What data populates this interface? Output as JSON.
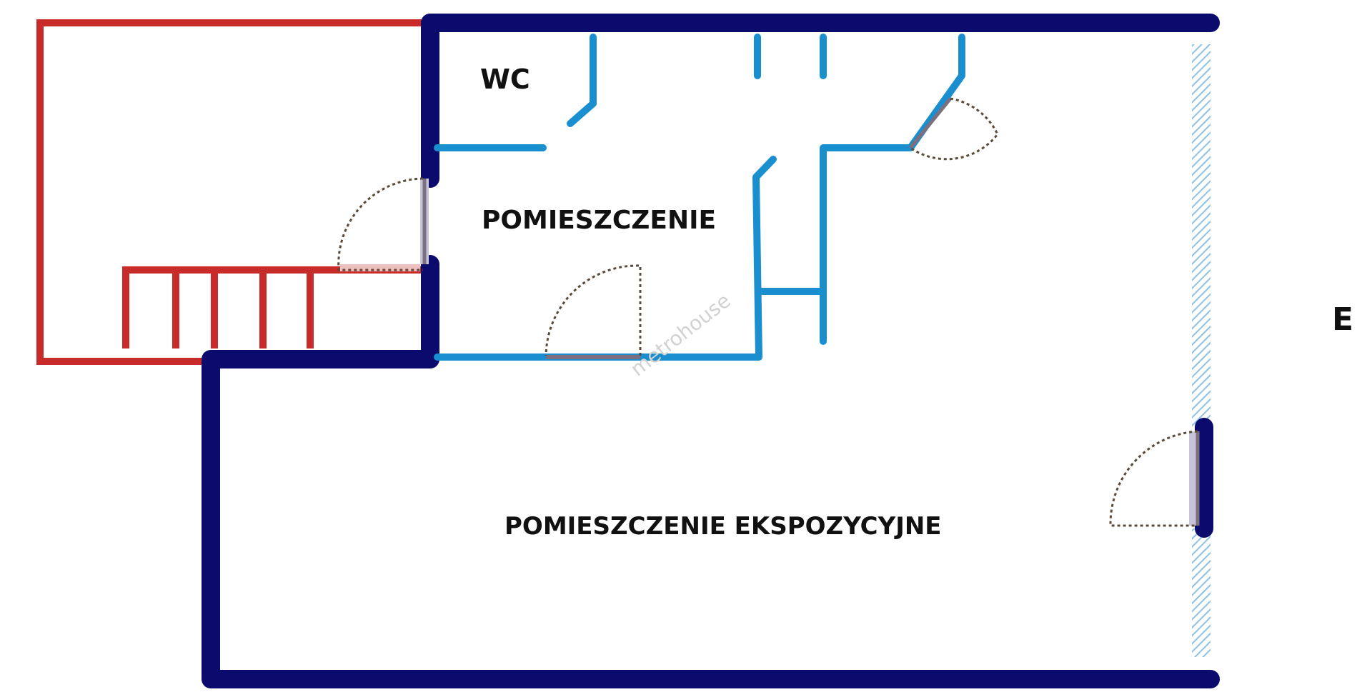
{
  "plan": {
    "rooms": {
      "wc": "WC",
      "pomieszczenie": "POMIESZCZENIE",
      "ekspozycyjne": "POMIESZCZENIE EKSPOZYCYJNE"
    },
    "compass": "E",
    "watermark": "metrohouse",
    "colors": {
      "outer_wall": "#0b0b6e",
      "inner_wall": "#1a8fd0",
      "terrace": "#c92a2a",
      "door_swing": "#5a4a3a",
      "door_leaf": "#7a7080",
      "window_hatch": "#8fc0e6"
    }
  }
}
